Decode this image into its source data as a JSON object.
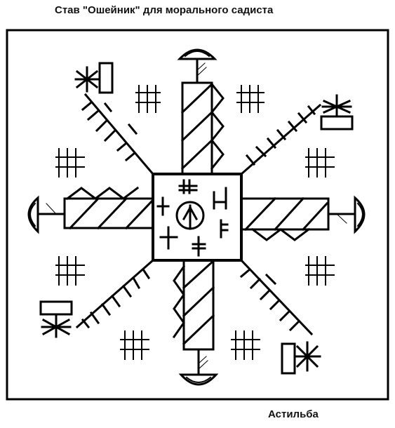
{
  "title": "Став \"Ошейник\" для морального садиста",
  "signature": "Астильба",
  "colors": {
    "ink": "#000000",
    "paper": "#ffffff"
  },
  "symbols": {
    "frame": "square-frame",
    "center": "algiz-in-circle",
    "arms": [
      "north",
      "south",
      "east",
      "west",
      "north-east",
      "north-west",
      "south-east",
      "south-west"
    ],
    "dot-grids": 8,
    "shields": 4,
    "cross-flags": 4
  }
}
